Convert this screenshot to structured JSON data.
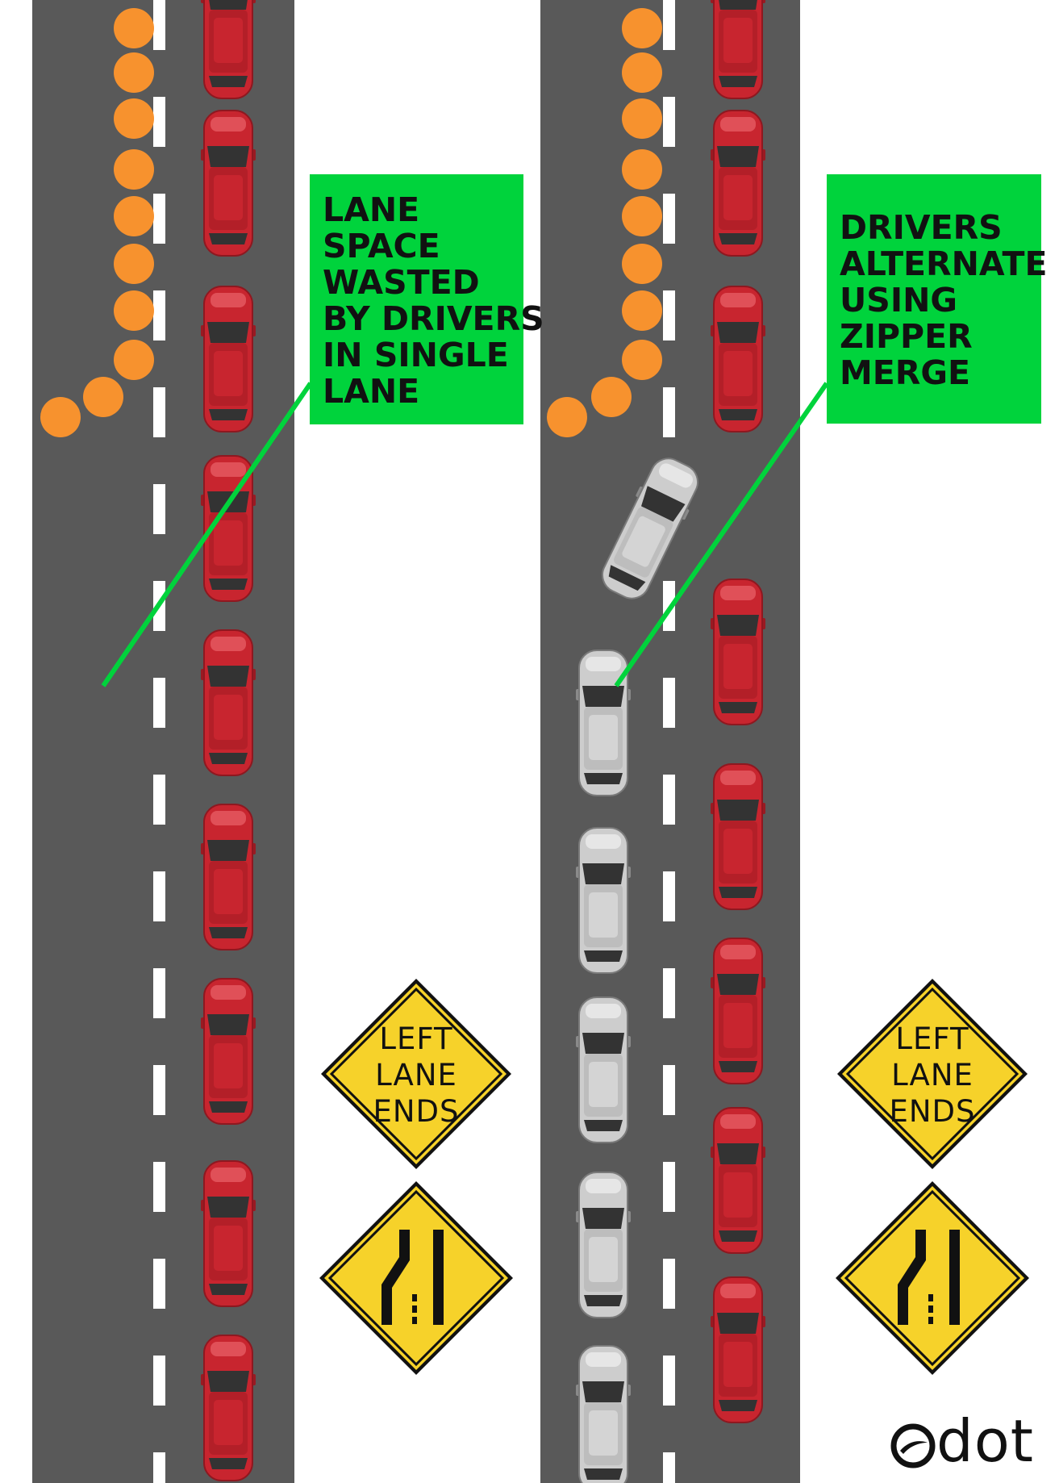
{
  "left_panel": {
    "callout_lines": [
      "LANE",
      "SPACE",
      "WASTED",
      "BY DRIVERS",
      "IN SINGLE",
      "LANE"
    ]
  },
  "right_panel": {
    "callout_lines": [
      "DRIVERS",
      "ALTERNATE",
      "USING",
      "ZIPPER",
      "MERGE"
    ]
  },
  "sign": {
    "lines": [
      "LEFT",
      "LANE",
      "ENDS"
    ],
    "symbol_icon": "lane-ends-merge-left-icon"
  },
  "logo": {
    "text": "dot",
    "icon": "odot-swoosh-icon"
  },
  "colors": {
    "road": "#595959",
    "lane_marking": "#ffffff",
    "cone": "#f7922e",
    "red_car": "#c8252f",
    "silver_car": "#c9c9c9",
    "callout": "#00d33c",
    "sign_yellow": "#f6d22a"
  }
}
